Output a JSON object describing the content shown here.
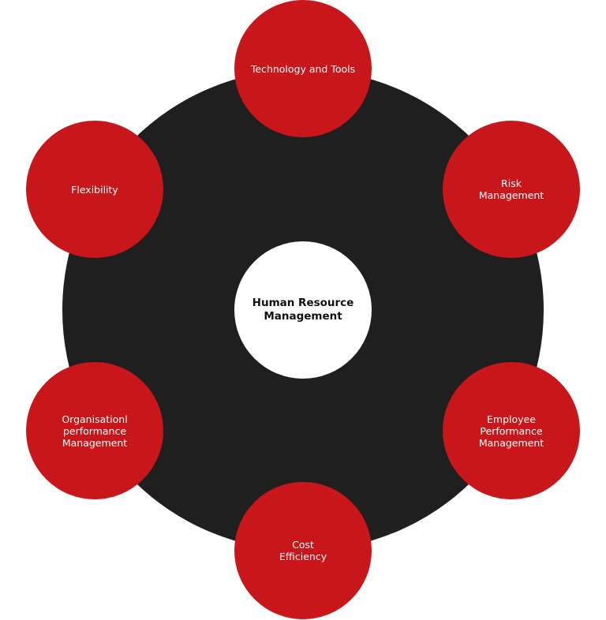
{
  "diagram": {
    "center": {
      "label": "Human Resource\nManagement"
    },
    "nodes": [
      {
        "id": "top",
        "label": "Technology and Tools"
      },
      {
        "id": "top-right",
        "label": "Risk\nManagement"
      },
      {
        "id": "bottom-right",
        "label": "Employee\nPerformance\nManagement"
      },
      {
        "id": "bottom",
        "label": "Cost\nEfficiency"
      },
      {
        "id": "bottom-left",
        "label": "Organisationl\nperformance\nManagement"
      },
      {
        "id": "top-left",
        "label": "Flexibility"
      }
    ],
    "colors": {
      "node": "#c8161a",
      "ring": "#1f1f1f",
      "center": "#ffffff"
    }
  }
}
